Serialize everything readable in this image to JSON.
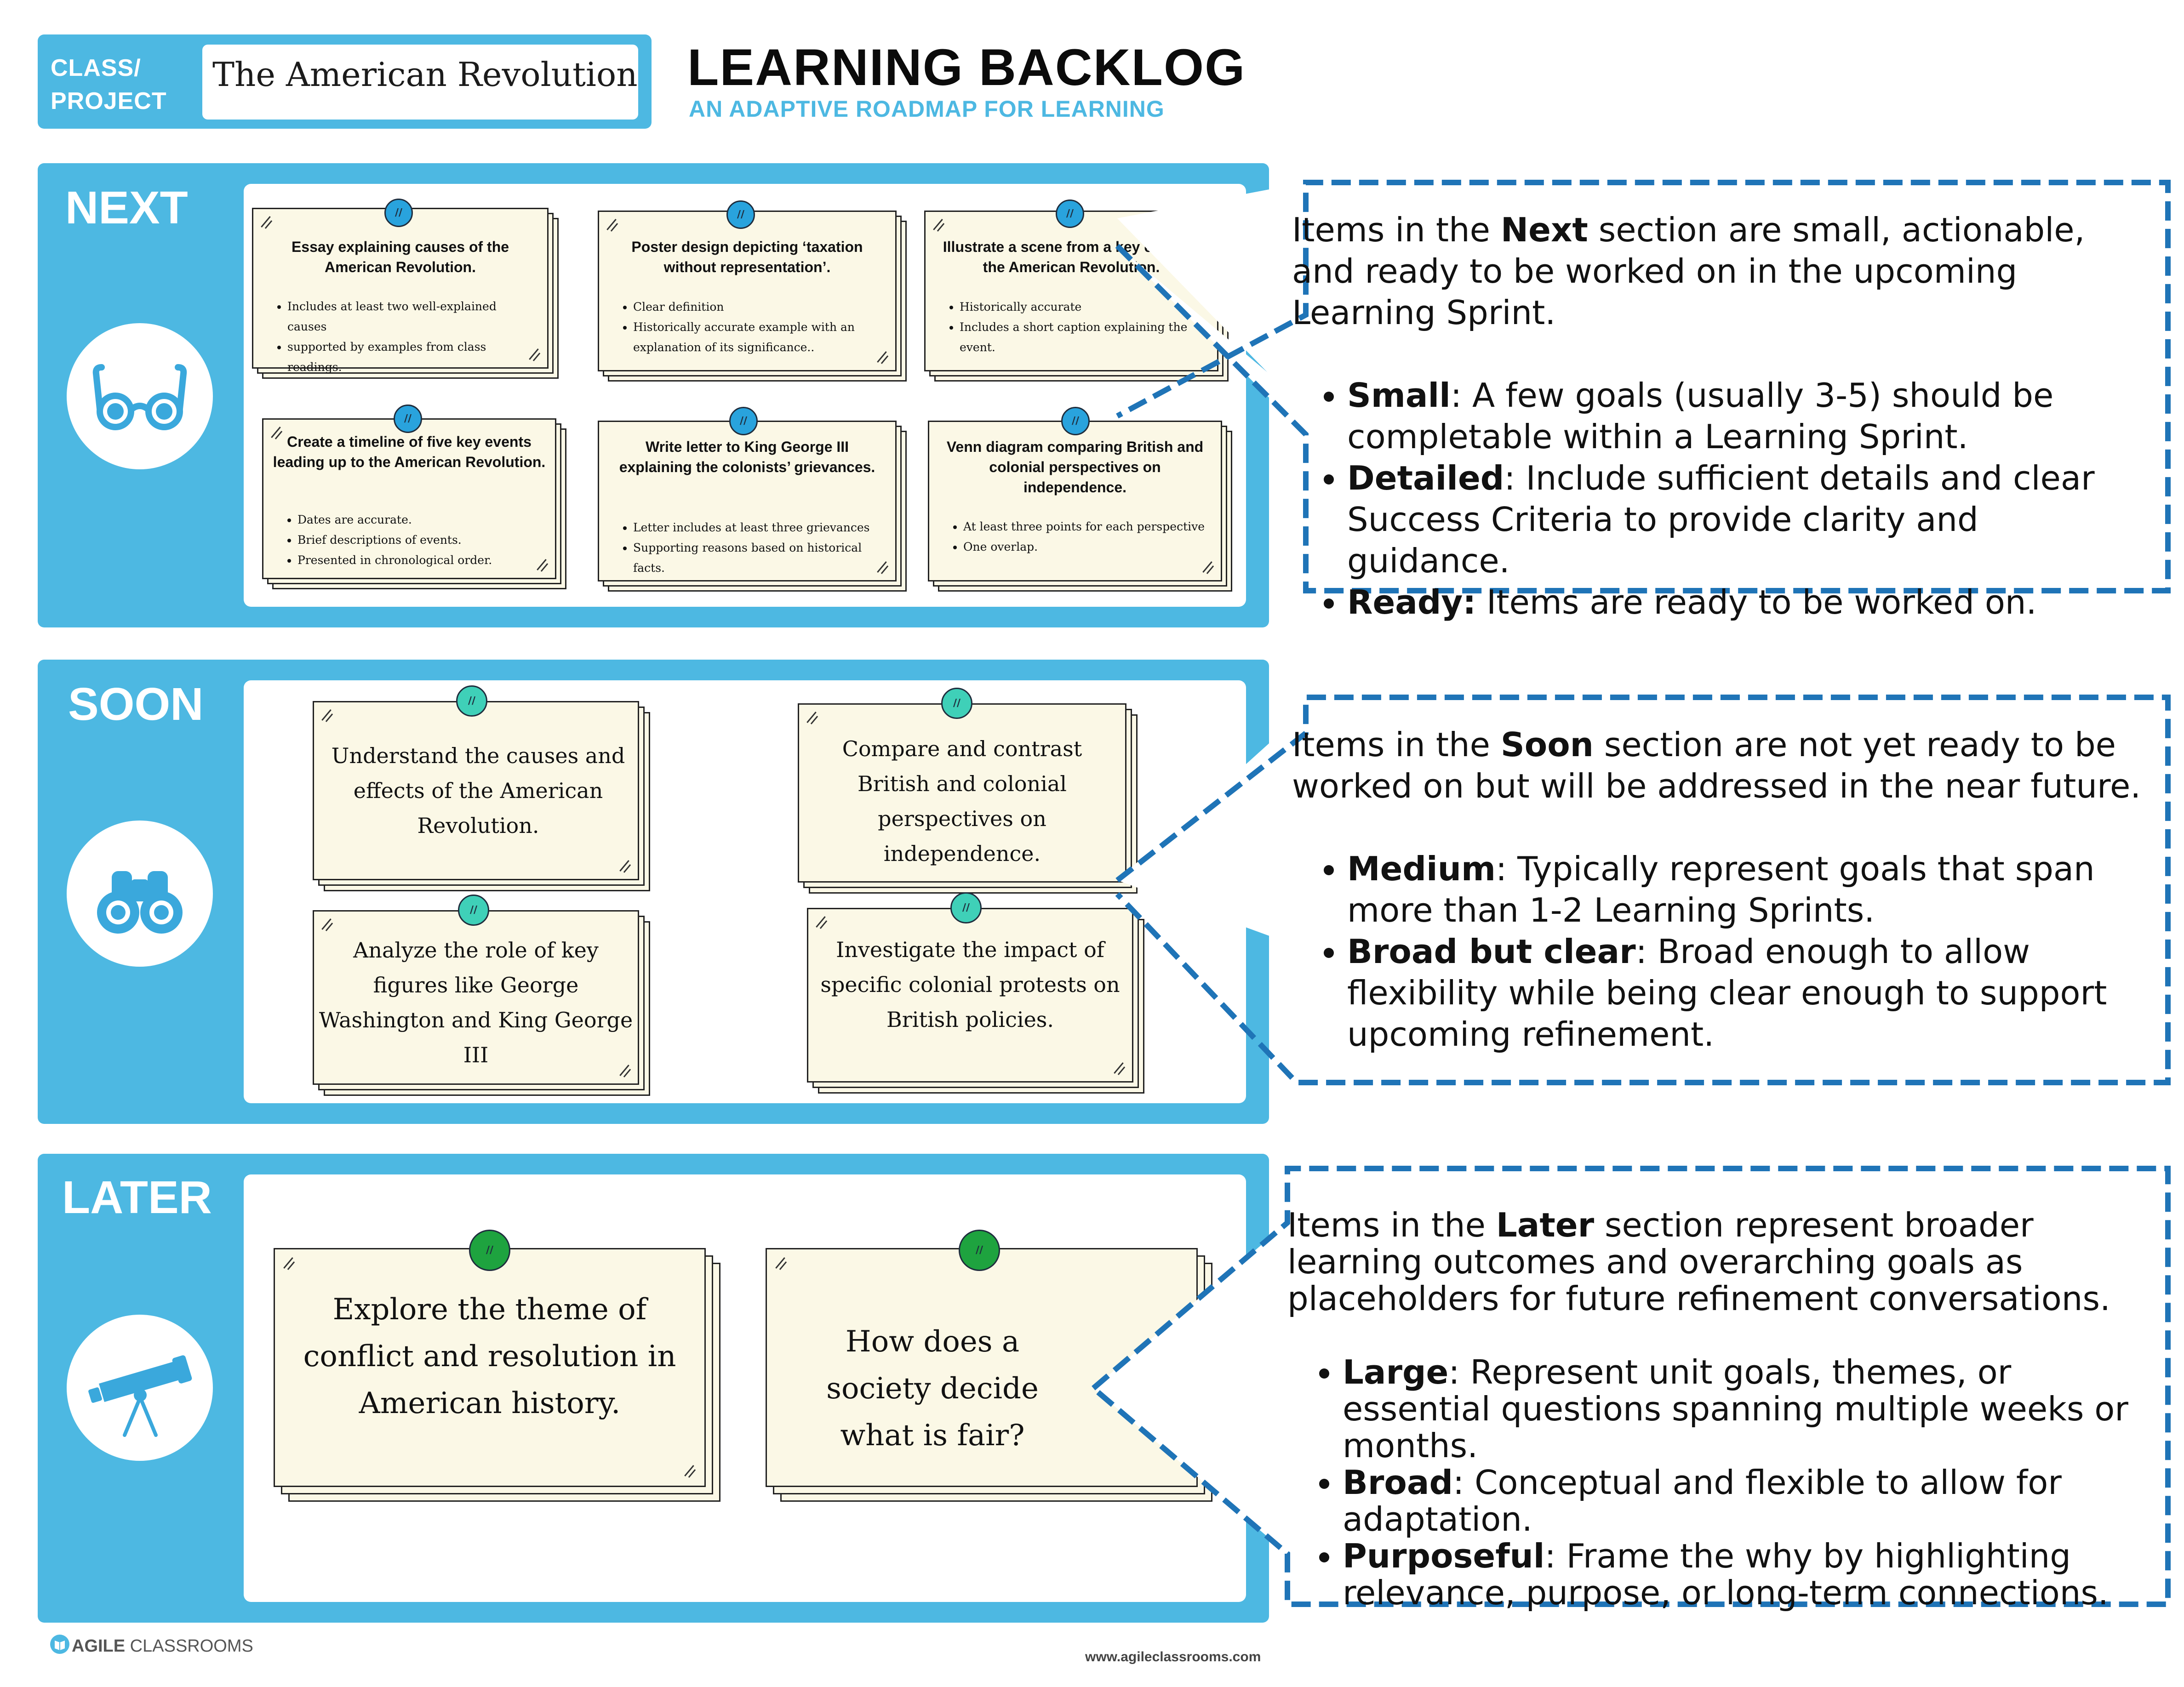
{
  "header": {
    "class_label_line1": "CLASS/",
    "class_label_line2": "PROJECT",
    "class_value": "The American Revolution",
    "title": "LEARNING BACKLOG",
    "subtitle": "AN ADAPTIVE  ROADMAP FOR LEARNING"
  },
  "sections": {
    "next": {
      "title": "NEXT",
      "icon": "glasses-icon",
      "notes": [
        {
          "title": "Essay explaining causes of the American Revolution.",
          "bullets": [
            "Includes at least two well-explained causes",
            "supported by examples from class readings."
          ]
        },
        {
          "title": "Poster design depicting  ‘taxation without representation’.",
          "bullets": [
            "Clear definition",
            "Historically accurate example with an explanation of its significance.."
          ]
        },
        {
          "title": "Illustrate a scene from a key event in the American Revolution.",
          "bullets": [
            "Historically accurate",
            "Includes a short caption explaining the event."
          ]
        },
        {
          "title": "Create a timeline of five key events leading up to the American Revolution.",
          "bullets": [
            "Dates are accurate.",
            "Brief descriptions of events.",
            "Presented in chronological order."
          ]
        },
        {
          "title": "Write letter to King George III explaining the colonists’ grievances.",
          "bullets": [
            "Letter includes at least three grievances",
            "Supporting reasons based on historical facts."
          ]
        },
        {
          "title": "Venn diagram comparing British and colonial perspectives on independence.",
          "bullets": [
            "At least three points for each perspective",
            "One overlap."
          ]
        }
      ],
      "desc": {
        "intro_pre": "Items in the ",
        "intro_bold": "Next",
        "intro_post": " section are small, actionable, and ready to be worked on in the upcoming Learning Sprint.",
        "bullets": [
          {
            "bold": "Small",
            "text": ": A few goals (usually 3-5) should be completable within a Learning Sprint."
          },
          {
            "bold": "Detailed",
            "text": ": Include sufficient details and clear Success Criteria to provide clarity and guidance."
          },
          {
            "bold": "Ready:",
            "text": "   Items are ready to be worked on."
          }
        ]
      }
    },
    "soon": {
      "title": "SOON",
      "icon": "binoculars-icon",
      "notes": [
        {
          "text": "Understand the causes and effects of the American Revolution."
        },
        {
          "text": "Compare and contrast British and colonial perspectives on independence."
        },
        {
          "text": "Analyze the role of key figures like George Washington and King George III"
        },
        {
          "text": "Investigate the impact of specific colonial protests on British policies."
        }
      ],
      "desc": {
        "intro_pre": "Items in the ",
        "intro_bold": "Soon",
        "intro_post": " section are not yet ready to be worked on but will be addressed in the near future.",
        "bullets": [
          {
            "bold": "Medium",
            "text": ": Typically represent goals that span more than 1-2 Learning Sprints."
          },
          {
            "bold": "Broad but clear",
            "text": ": Broad enough to allow flexibility while being clear enough to support upcoming refinement."
          }
        ]
      }
    },
    "later": {
      "title": "LATER",
      "icon": "telescope-icon",
      "notes": [
        {
          "text": "Explore the theme of conflict and resolution in American history."
        },
        {
          "text": "How does a society decide what is fair?"
        }
      ],
      "desc": {
        "intro_pre": "Items in the ",
        "intro_bold": "Later",
        "intro_post": " section represent broader learning outcomes and overarching goals as placeholders for future refinement conversations.",
        "bullets": [
          {
            "bold": "Large",
            "text": ": Represent unit goals, themes, or essential questions spanning multiple weeks or months."
          },
          {
            "bold": "Broad",
            "text": ": Conceptual and flexible to allow for adaptation."
          },
          {
            "bold": "Purposeful",
            "text": ": Frame the why by highlighting relevance, purpose, or long-term connections."
          }
        ]
      }
    }
  },
  "footer": {
    "logo_bold": "AGILE",
    "logo_rest": " CLASSROOMS",
    "url": "www.agileclassrooms.com"
  },
  "colors": {
    "band": "#4db8e2",
    "dash": "#1f74b7",
    "pin_next": "#29a3dd",
    "pin_soon": "#3fd0b8",
    "pin_later": "#1ea33f",
    "note": "#fbf8e6"
  }
}
